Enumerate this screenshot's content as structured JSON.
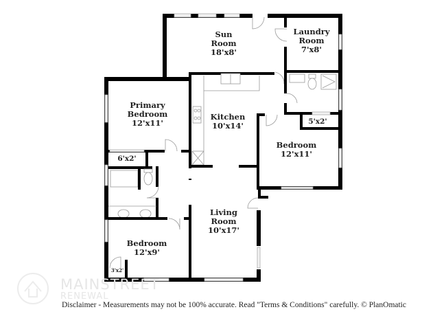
{
  "plan": {
    "rooms": [
      {
        "id": "sun-room",
        "name": "Sun\nRoom",
        "line1": "Sun",
        "line2": "Room",
        "size": "18'x8'"
      },
      {
        "id": "laundry-room",
        "line1": "Laundry",
        "line2": "Room",
        "size": "7'x8'"
      },
      {
        "id": "primary-bedroom",
        "line1": "Primary",
        "line2": "Bedroom",
        "size": "12'x11'"
      },
      {
        "id": "kitchen",
        "line1": "Kitchen",
        "size": "10'x14'"
      },
      {
        "id": "bedroom-east",
        "line1": "Bedroom",
        "size": "12'x11'"
      },
      {
        "id": "living-room",
        "line1": "Living",
        "line2": "Room",
        "size": "10'x17'"
      },
      {
        "id": "bedroom-south",
        "line1": "Bedroom",
        "size": "12'x9'"
      }
    ],
    "closets": [
      {
        "id": "primary-closet",
        "size": "6'x2'"
      },
      {
        "id": "east-closet",
        "size": "5'x2'"
      },
      {
        "id": "south-closet",
        "size": "3'x2'"
      }
    ],
    "colors": {
      "wall": "#000000",
      "window": "#f2f2f2",
      "fixture": "#999999",
      "watermark": "#e6e6e6"
    }
  },
  "watermark": {
    "line1": "MAINSTREET",
    "line2": "RENEWAL"
  },
  "footer": {
    "disclaimer": "Disclaimer - Measurements may not be 100% accurate. Read \"Terms & Conditions\" carefully. © PlanOmatic"
  }
}
